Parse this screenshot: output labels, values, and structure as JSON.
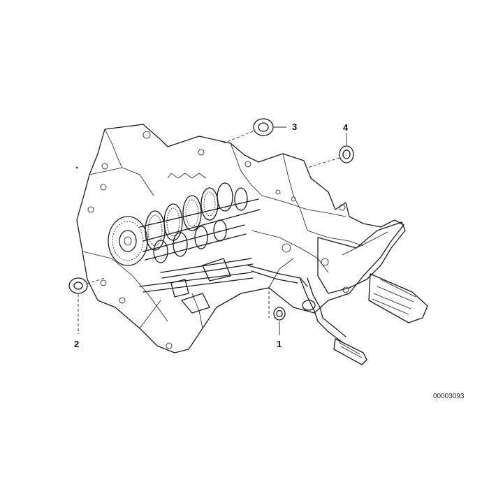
{
  "callouts": {
    "item_1": "1",
    "item_2": "2",
    "item_3": "3",
    "item_4": "4"
  },
  "catalog_number": "00003093",
  "colors": {
    "line": "#1a1a1a",
    "background": "#ffffff",
    "shade": "#555555"
  }
}
